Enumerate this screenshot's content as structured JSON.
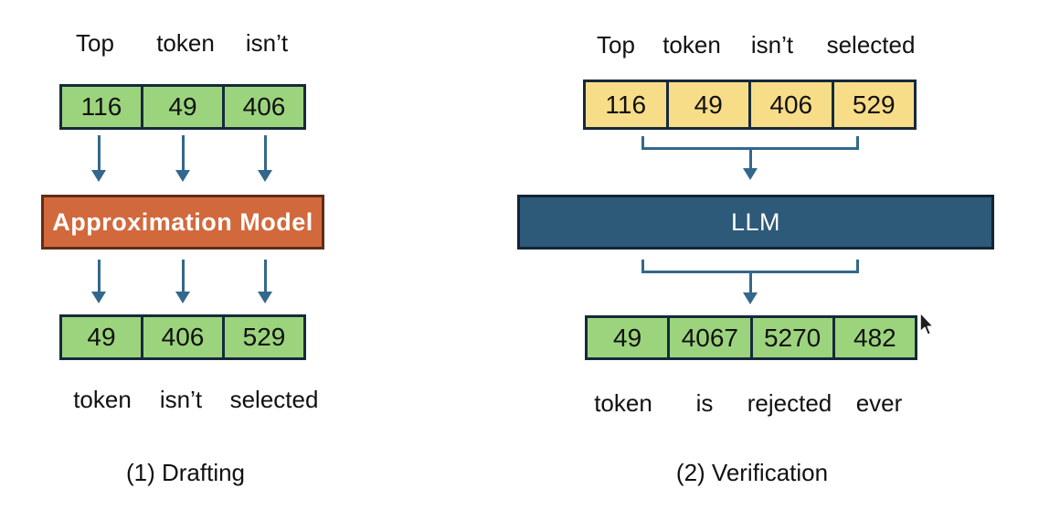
{
  "colors": {
    "green_fill": "#9cd47d",
    "yellow_fill": "#f8dd88",
    "orange_fill": "#d2693c",
    "orange_border": "#5f2d18",
    "llm_fill": "#2d5a78",
    "llm_border": "#122537",
    "box_border": "#17293c",
    "arrow": "#33688c",
    "text_dark": "#111111",
    "text_light": "#ffffff",
    "background": "#ffffff"
  },
  "drafting": {
    "caption": "(1) Drafting",
    "top_labels": [
      "Top",
      "token",
      "isn’t"
    ],
    "input_row": [
      "116",
      "49",
      "406"
    ],
    "model_label": "Approximation Model",
    "output_row": [
      "49",
      "406",
      "529"
    ],
    "bottom_labels": [
      "token",
      "isn’t",
      "selected"
    ]
  },
  "verification": {
    "caption": "(2) Verification",
    "top_labels": [
      "Top",
      "token",
      "isn’t",
      "selected"
    ],
    "input_row": [
      "116",
      "49",
      "406",
      "529"
    ],
    "model_label": "LLM",
    "output_row": [
      "49",
      "4067",
      "5270",
      "482"
    ],
    "bottom_labels": [
      "token",
      "is",
      "rejected",
      "ever"
    ]
  }
}
